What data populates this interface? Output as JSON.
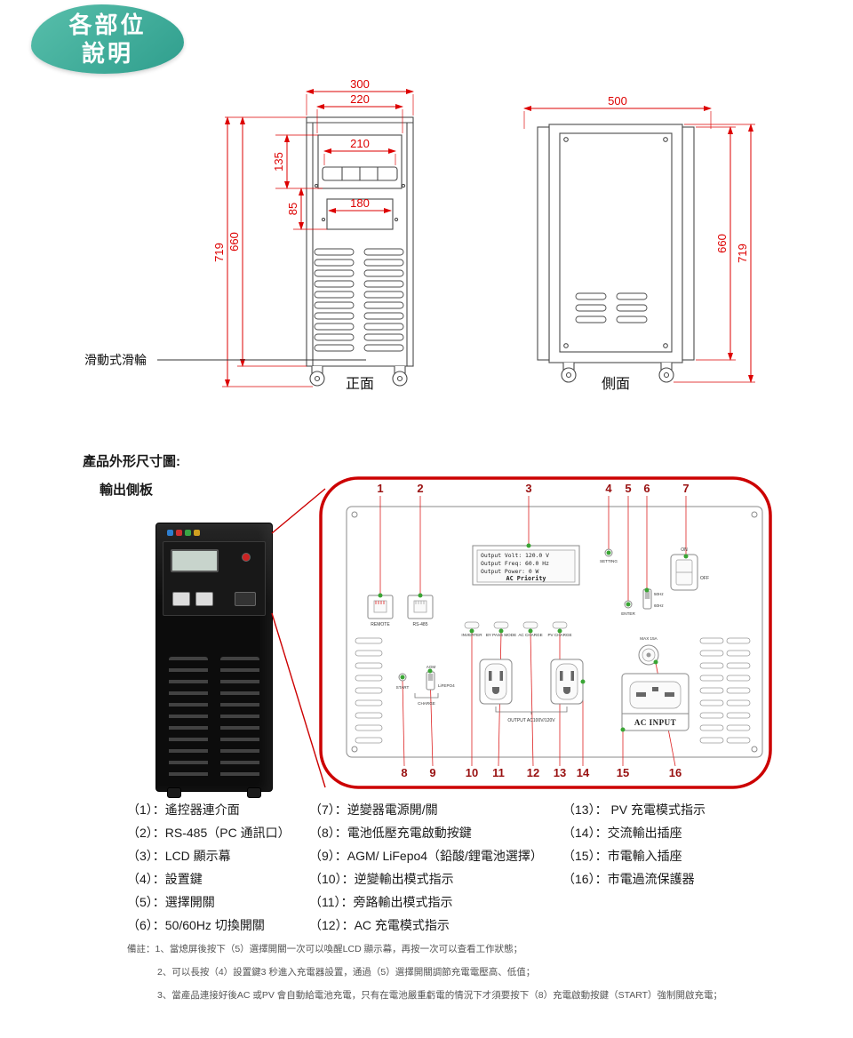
{
  "colors": {
    "badge_teal": "#3fb3a0",
    "dimension_red": "#dd0000",
    "panel_border_red": "#cc0001",
    "callout_maroon": "#991111",
    "marker_green": "#3aa535",
    "product_black": "#111111"
  },
  "badge": {
    "line1": "各部位",
    "line2": "說明"
  },
  "drawings": {
    "front": {
      "view_label": "正面",
      "caster_label": "滑動式滑輪",
      "dims": {
        "d300": "300",
        "d220": "220",
        "d210": "210",
        "d180": "180",
        "d135": "135",
        "d85": "85",
        "d660": "660",
        "d719": "719"
      }
    },
    "side": {
      "view_label": "側面",
      "dims": {
        "d500": "500",
        "d660": "660",
        "d719": "719"
      }
    }
  },
  "section": {
    "title": "產品外形尺寸圖:",
    "subtitle": "輸出側板"
  },
  "panel": {
    "callouts": {
      "c1": "1",
      "c2": "2",
      "c3": "3",
      "c4": "4",
      "c5": "5",
      "c6": "6",
      "c7": "7",
      "c8": "8",
      "c9": "9",
      "c10": "10",
      "c11": "11",
      "c12": "12",
      "c13": "13",
      "c14": "14",
      "c15": "15",
      "c16": "16"
    },
    "lcd": {
      "line1": "Output Volt: 120.0 V",
      "line2": "Output Freq: 60.0 Hz",
      "line3": "Output Power: 0 W",
      "line4": "AC Priority"
    },
    "labels": {
      "remote": "REMOTE",
      "rs485": "RS-485",
      "inverter": "INVERTER",
      "bypass": "BY PASS MODE",
      "ac_charge": "AC CHARGE",
      "pv_charge": "PV CHARGE",
      "setting": "SETTING",
      "enter": "ENTER",
      "hz50": "50Hz",
      "hz60": "60Hz",
      "on": "ON",
      "off": "OFF",
      "max15a": "MAX 15A",
      "agm": "AGM",
      "lifepo4": "LiFEPO4",
      "start": "START",
      "charge": "CHARGE",
      "output_ac": "OUTPUT AC100V/120V",
      "ac_input": "AC INPUT"
    }
  },
  "legend": {
    "col1": [
      "（1）：遙控器連介面",
      "（2）：RS-485（PC 通訊口）",
      "（3）：LCD 顯示幕",
      "（4）：設置鍵",
      "（5）：選擇開關",
      "（6）：50/60Hz 切換開關"
    ],
    "col2": [
      "（7）：逆變器電源開/關",
      "（8）：電池低壓充電啟動按鍵",
      "（9）：AGM/ LiFepo4（鉛酸/鋰電池選擇）",
      "（10）：逆變輸出模式指示",
      "（11）：旁路輸出模式指示",
      "（12）：AC 充電模式指示"
    ],
    "col3": [
      "（13）： PV 充電模式指示",
      "（14）：交流輸出插座",
      "（15）：市電輸入插座",
      "（16）：市電過流保護器"
    ]
  },
  "notes": {
    "prefix": "備註：",
    "items": [
      "1、當熄屏後按下（5）選擇開關一次可以喚醒LCD 顯示幕，再按一次可以查看工作狀態；",
      "2、可以長按（4）設置鍵3 秒進入充電器設置，通過（5）選擇開關調節充電電壓高、低值；",
      "3、當產品連接好後AC 或PV 會自動給電池充電，只有在電池嚴重虧電的情況下才須要按下（8）充電啟動按鍵（START）強制開啟充電；"
    ]
  }
}
